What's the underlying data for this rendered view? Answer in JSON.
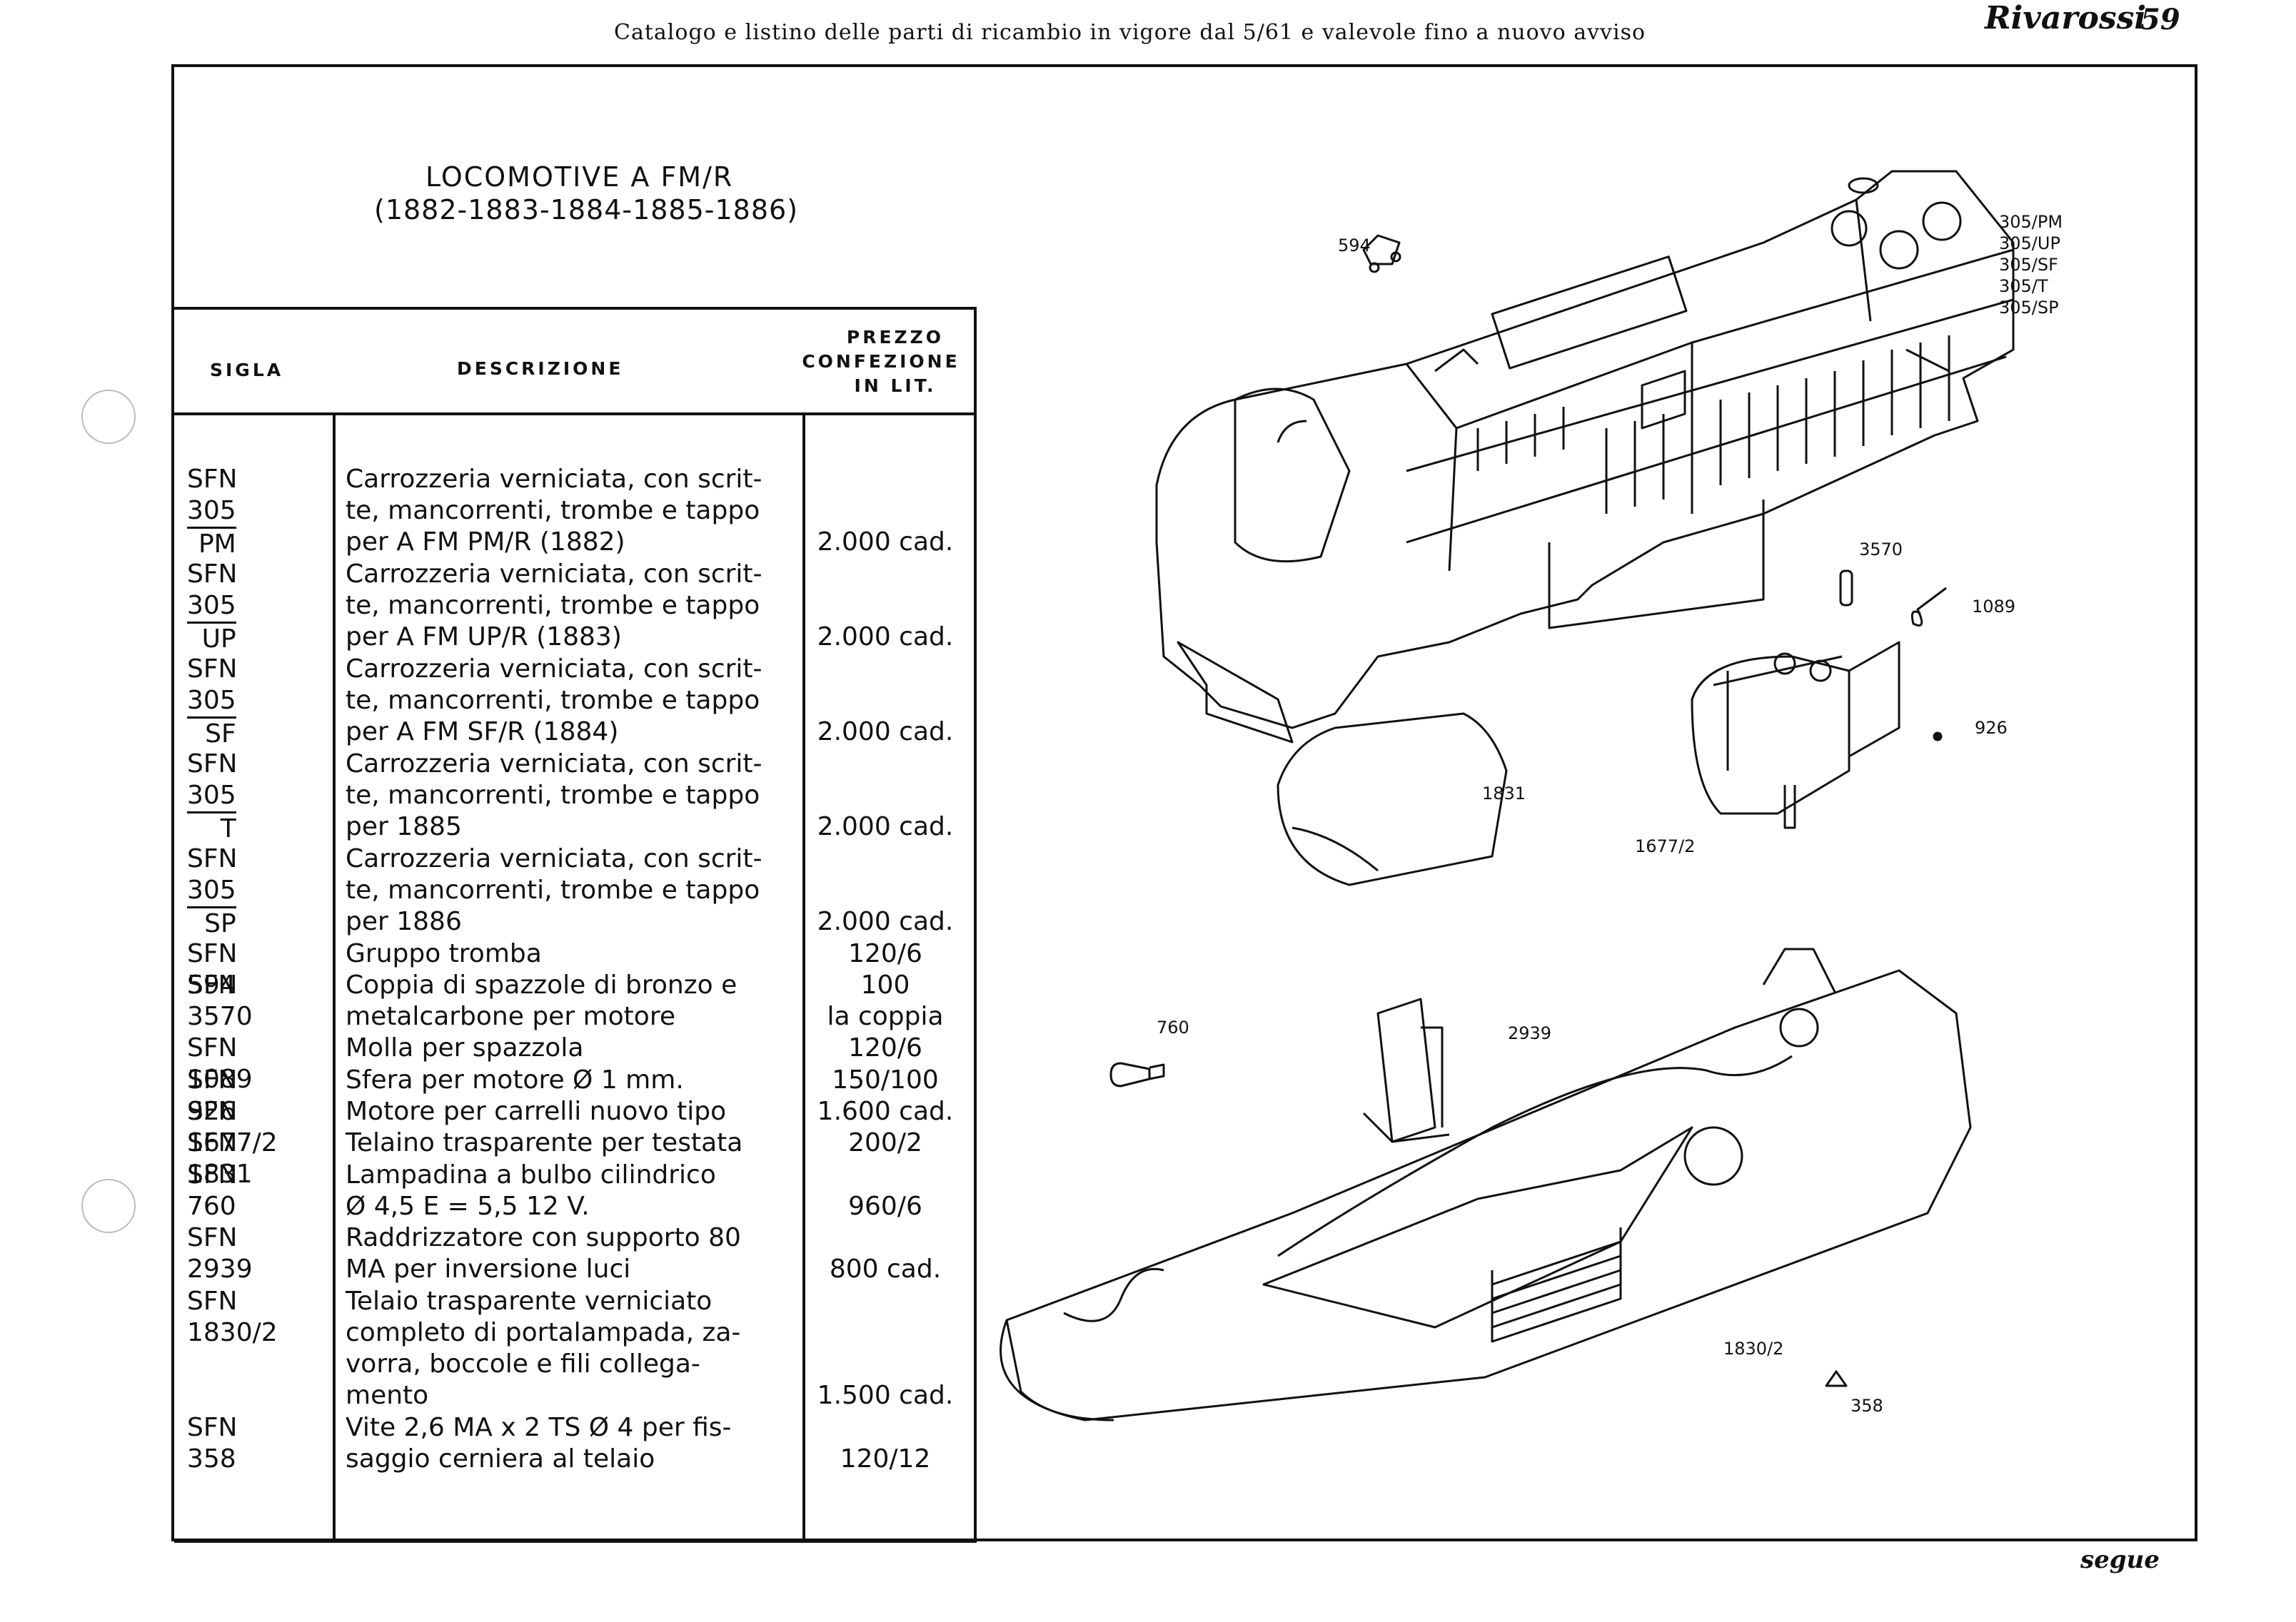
{
  "header": {
    "text": "Catalogo e listino delle parti di ricambio in vigore dal 5/61 e valevole fino a nuovo avviso",
    "brand": "Rivarossi",
    "page_number": "59"
  },
  "title": {
    "line1": "LOCOMOTIVE A FM/R",
    "line2": "(1882-1883-1884-1885-1886)"
  },
  "table": {
    "headers": {
      "sigla": "SIGLA",
      "descrizione": "DESCRIZIONE",
      "prezzo1": "PREZZO",
      "prezzo2": "CONFEZIONE",
      "prezzo3": "IN LIT."
    },
    "rows": [
      {
        "prefix": "SFN",
        "code": "305",
        "sub": "PM",
        "desc": [
          "Carrozzeria verniciata, con scrit-",
          "te, mancorrenti, trombe e tappo",
          "per A FM PM/R (1882)"
        ],
        "price": [
          "",
          "",
          "2.000 cad."
        ]
      },
      {
        "prefix": "SFN",
        "code": "305",
        "sub": "UP",
        "desc": [
          "Carrozzeria verniciata, con scrit-",
          "te, mancorrenti, trombe e tappo",
          "per A FM UP/R (1883)"
        ],
        "price": [
          "",
          "",
          "2.000 cad."
        ]
      },
      {
        "prefix": "SFN",
        "code": "305",
        "sub": "SF",
        "desc": [
          "Carrozzeria verniciata, con scrit-",
          "te, mancorrenti, trombe e tappo",
          "per A FM SF/R (1884)"
        ],
        "price": [
          "",
          "",
          "2.000 cad."
        ]
      },
      {
        "prefix": "SFN",
        "code": "305",
        "sub": "T",
        "desc": [
          "Carrozzeria verniciata, con scrit-",
          "te, mancorrenti, trombe e tappo",
          "per 1885"
        ],
        "price": [
          "",
          "",
          "2.000 cad."
        ]
      },
      {
        "prefix": "SFN",
        "code": "305",
        "sub": "SP",
        "desc": [
          "Carrozzeria verniciata, con scrit-",
          "te, mancorrenti, trombe e tappo",
          "per 1886"
        ],
        "price": [
          "",
          "",
          "2.000 cad."
        ]
      },
      {
        "prefix": "SFN",
        "code": "594",
        "sub": "",
        "desc": [
          "Gruppo tromba"
        ],
        "price": [
          "120/6"
        ]
      },
      {
        "prefix": "SFN",
        "code": "3570",
        "sub": "",
        "desc": [
          "Coppia di spazzole di bronzo e",
          "metalcarbone per motore"
        ],
        "price": [
          "100",
          "la coppia"
        ]
      },
      {
        "prefix": "SFN",
        "code": "1089",
        "sub": "",
        "desc": [
          "Molla per spazzola"
        ],
        "price": [
          "120/6"
        ]
      },
      {
        "prefix": "SFN",
        "code": "926",
        "sub": "",
        "desc": [
          "Sfera per motore Ø 1 mm."
        ],
        "price": [
          "150/100"
        ]
      },
      {
        "prefix": "SFN",
        "code": "1677/2",
        "sub": "",
        "desc": [
          "Motore per carrelli nuovo tipo"
        ],
        "price": [
          "1.600 cad."
        ]
      },
      {
        "prefix": "SFN",
        "code": "1831",
        "sub": "",
        "desc": [
          "Telaino trasparente per testata"
        ],
        "price": [
          "200/2"
        ]
      },
      {
        "prefix": "SFN",
        "code": "760",
        "sub": "",
        "desc": [
          "Lampadina a bulbo cilindrico",
          "Ø 4,5 E = 5,5 12 V."
        ],
        "price": [
          "",
          "960/6"
        ]
      },
      {
        "prefix": "SFN",
        "code": "2939",
        "sub": "",
        "desc": [
          "Raddrizzatore con supporto 80",
          "MA per inversione luci"
        ],
        "price": [
          "",
          "800 cad."
        ]
      },
      {
        "prefix": "SFN",
        "code": "1830/2",
        "sub": "",
        "desc": [
          "Telaio trasparente verniciato",
          "completo di portalampada, za-",
          "vorra, boccole e fili collega-",
          "mento"
        ],
        "price": [
          "",
          "",
          "",
          "1.500 cad."
        ]
      },
      {
        "prefix": "SFN",
        "code": "358",
        "sub": "",
        "desc": [
          "Vite 2,6 MA x 2 TS Ø 4 per fis-",
          "saggio cerniera al telaio"
        ],
        "price": [
          "",
          "120/12"
        ]
      }
    ]
  },
  "diagram_labels": {
    "l594": "594",
    "l305": [
      "305/PM",
      "305/UP",
      "305/SF",
      "305/T",
      "305/SP"
    ],
    "l3570": "3570",
    "l1089": "1089",
    "l926": "926",
    "l1831": "1831",
    "l1677": "1677/2",
    "l760": "760",
    "l2939": "2939",
    "l1830": "1830/2",
    "l358": "358"
  },
  "footer": {
    "segue": "segue"
  }
}
